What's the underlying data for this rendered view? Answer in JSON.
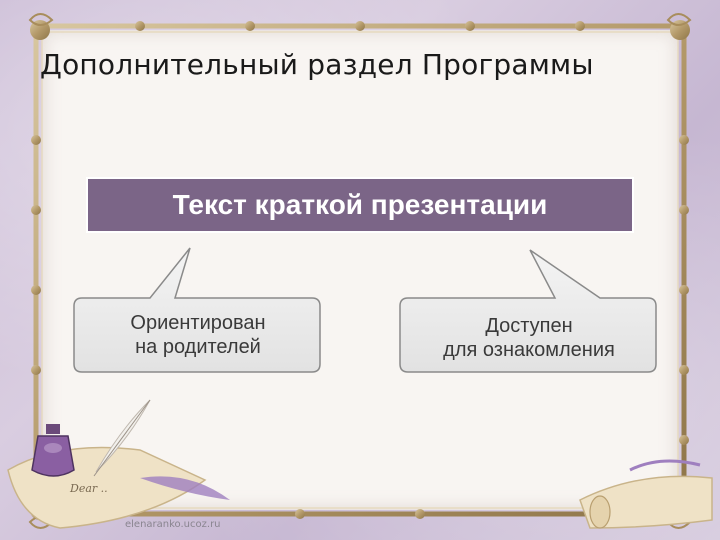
{
  "slide": {
    "title": "Дополнительный раздел Программы",
    "subtitle": "Текст краткой презентации",
    "bubbles": [
      {
        "line1": "Ориентирован",
        "line2": "на родителей"
      },
      {
        "line1": "Доступен",
        "line2": "для ознакомления"
      }
    ],
    "footer": "elenaranko.ucoz.ru"
  },
  "colors": {
    "subtitle_bg": "#7b6587",
    "bubble_bg": "#eeeeee",
    "background": "#cbbcd6",
    "panel": "#f8f5f2"
  },
  "icons": [
    "ornamental-frame",
    "ink-bottle",
    "quill-pen",
    "parchment-scroll"
  ]
}
